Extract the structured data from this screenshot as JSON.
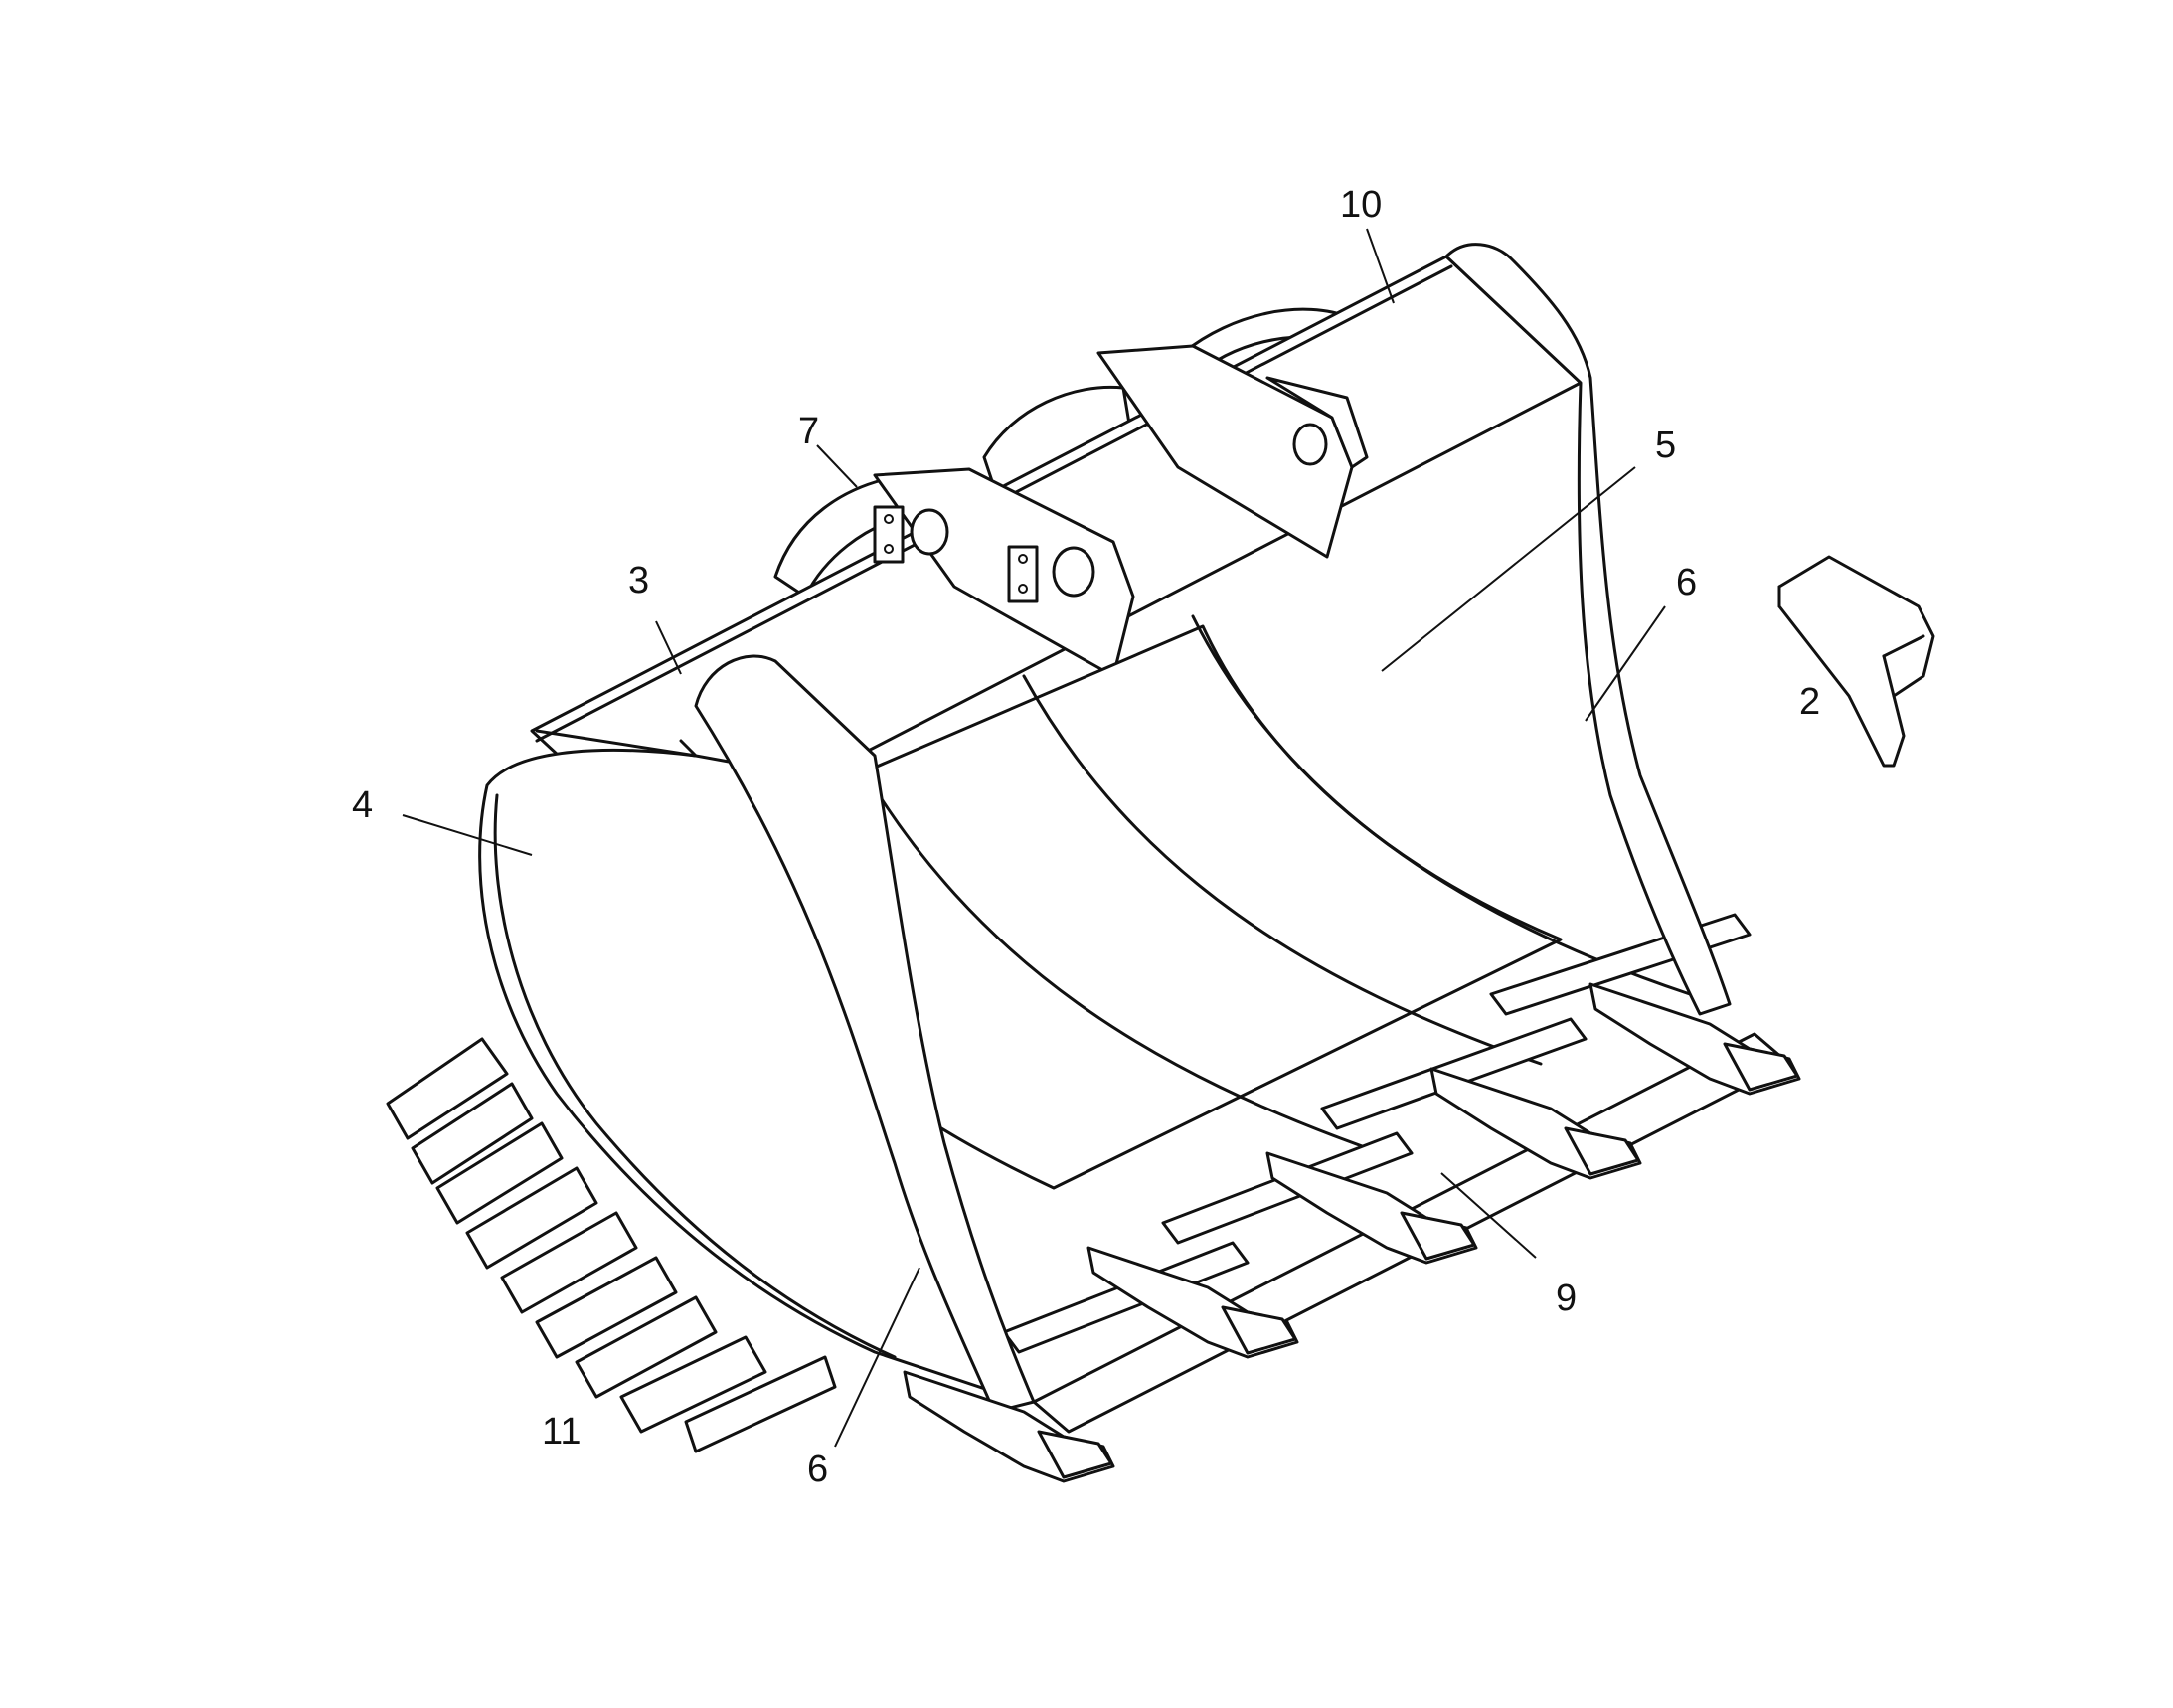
{
  "labels": {
    "l10": "10",
    "l7": "7",
    "l5": "5",
    "l3": "3",
    "l6a": "6",
    "l2": "2",
    "l4": "4",
    "l9": "9",
    "l11": "11",
    "l6b": "6"
  },
  "colors": {
    "line": "#111111",
    "background": "#ffffff"
  }
}
